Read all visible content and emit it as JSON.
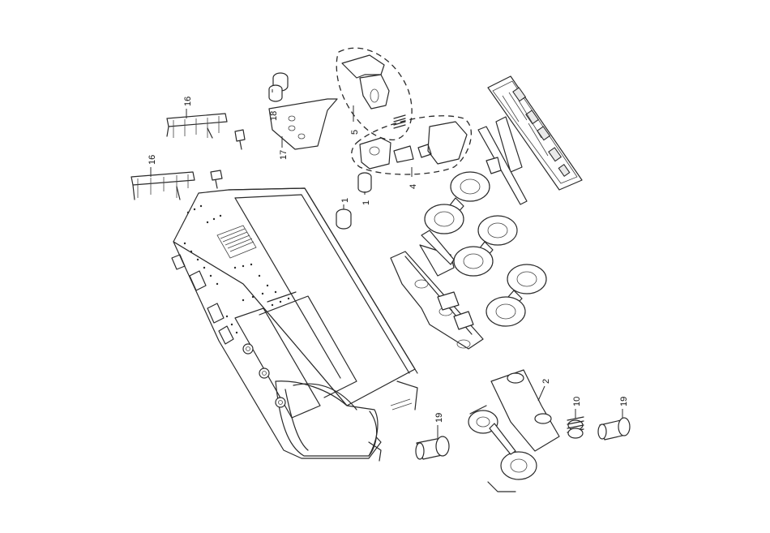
{
  "part_labels": {
    "p1a": "1",
    "p1b": "1",
    "p2": "2",
    "p4": "4",
    "p5": "5",
    "p10": "10",
    "p16a": "16",
    "p16b": "16",
    "p17": "17",
    "p18": "18",
    "p19a": "19",
    "p19b": "19"
  }
}
